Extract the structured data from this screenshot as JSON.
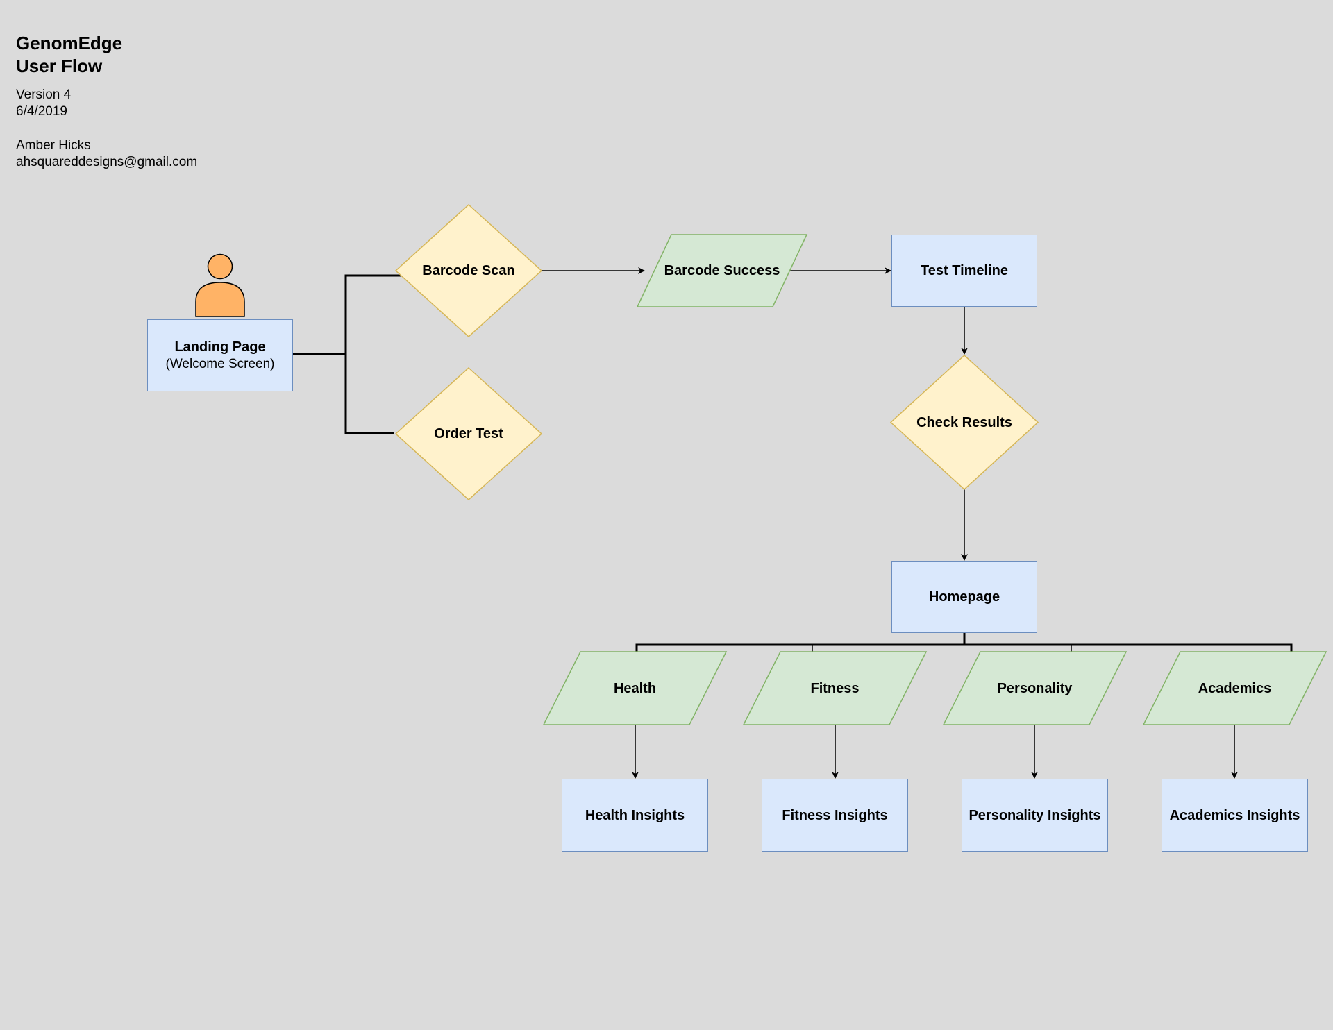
{
  "header": {
    "title_line1": "GenomEdge",
    "title_line2": "User Flow",
    "version": "Version 4",
    "date": "6/4/2019",
    "author": "Amber Hicks",
    "email": "ahsquareddesigns@gmail.com"
  },
  "colors": {
    "background": "#dbdbdb",
    "process_fill": "#dae8fc",
    "process_stroke": "#6c8ebf",
    "decision_fill": "#fff2cc",
    "decision_stroke": "#d6b656",
    "io_fill": "#d5e8d4",
    "io_stroke": "#82b366",
    "user_fill": "#ffb366"
  },
  "icons": {
    "user": "user-icon"
  },
  "nodes": {
    "landing_page": {
      "label": "Landing Page",
      "sublabel": "(Welcome Screen)"
    },
    "barcode_scan": {
      "label": "Barcode Scan"
    },
    "order_test": {
      "label": "Order Test"
    },
    "barcode_success": {
      "label": "Barcode Success"
    },
    "test_timeline": {
      "label": "Test Timeline"
    },
    "check_results": {
      "label": "Check Results"
    },
    "homepage": {
      "label": "Homepage"
    },
    "health": {
      "label": "Health"
    },
    "fitness": {
      "label": "Fitness"
    },
    "personality": {
      "label": "Personality"
    },
    "academics": {
      "label": "Academics"
    },
    "health_insights": {
      "label": "Health Insights"
    },
    "fitness_insights": {
      "label": "Fitness Insights"
    },
    "personality_insights": {
      "label": "Personality Insights"
    },
    "academics_insights": {
      "label": "Academics Insights"
    }
  }
}
